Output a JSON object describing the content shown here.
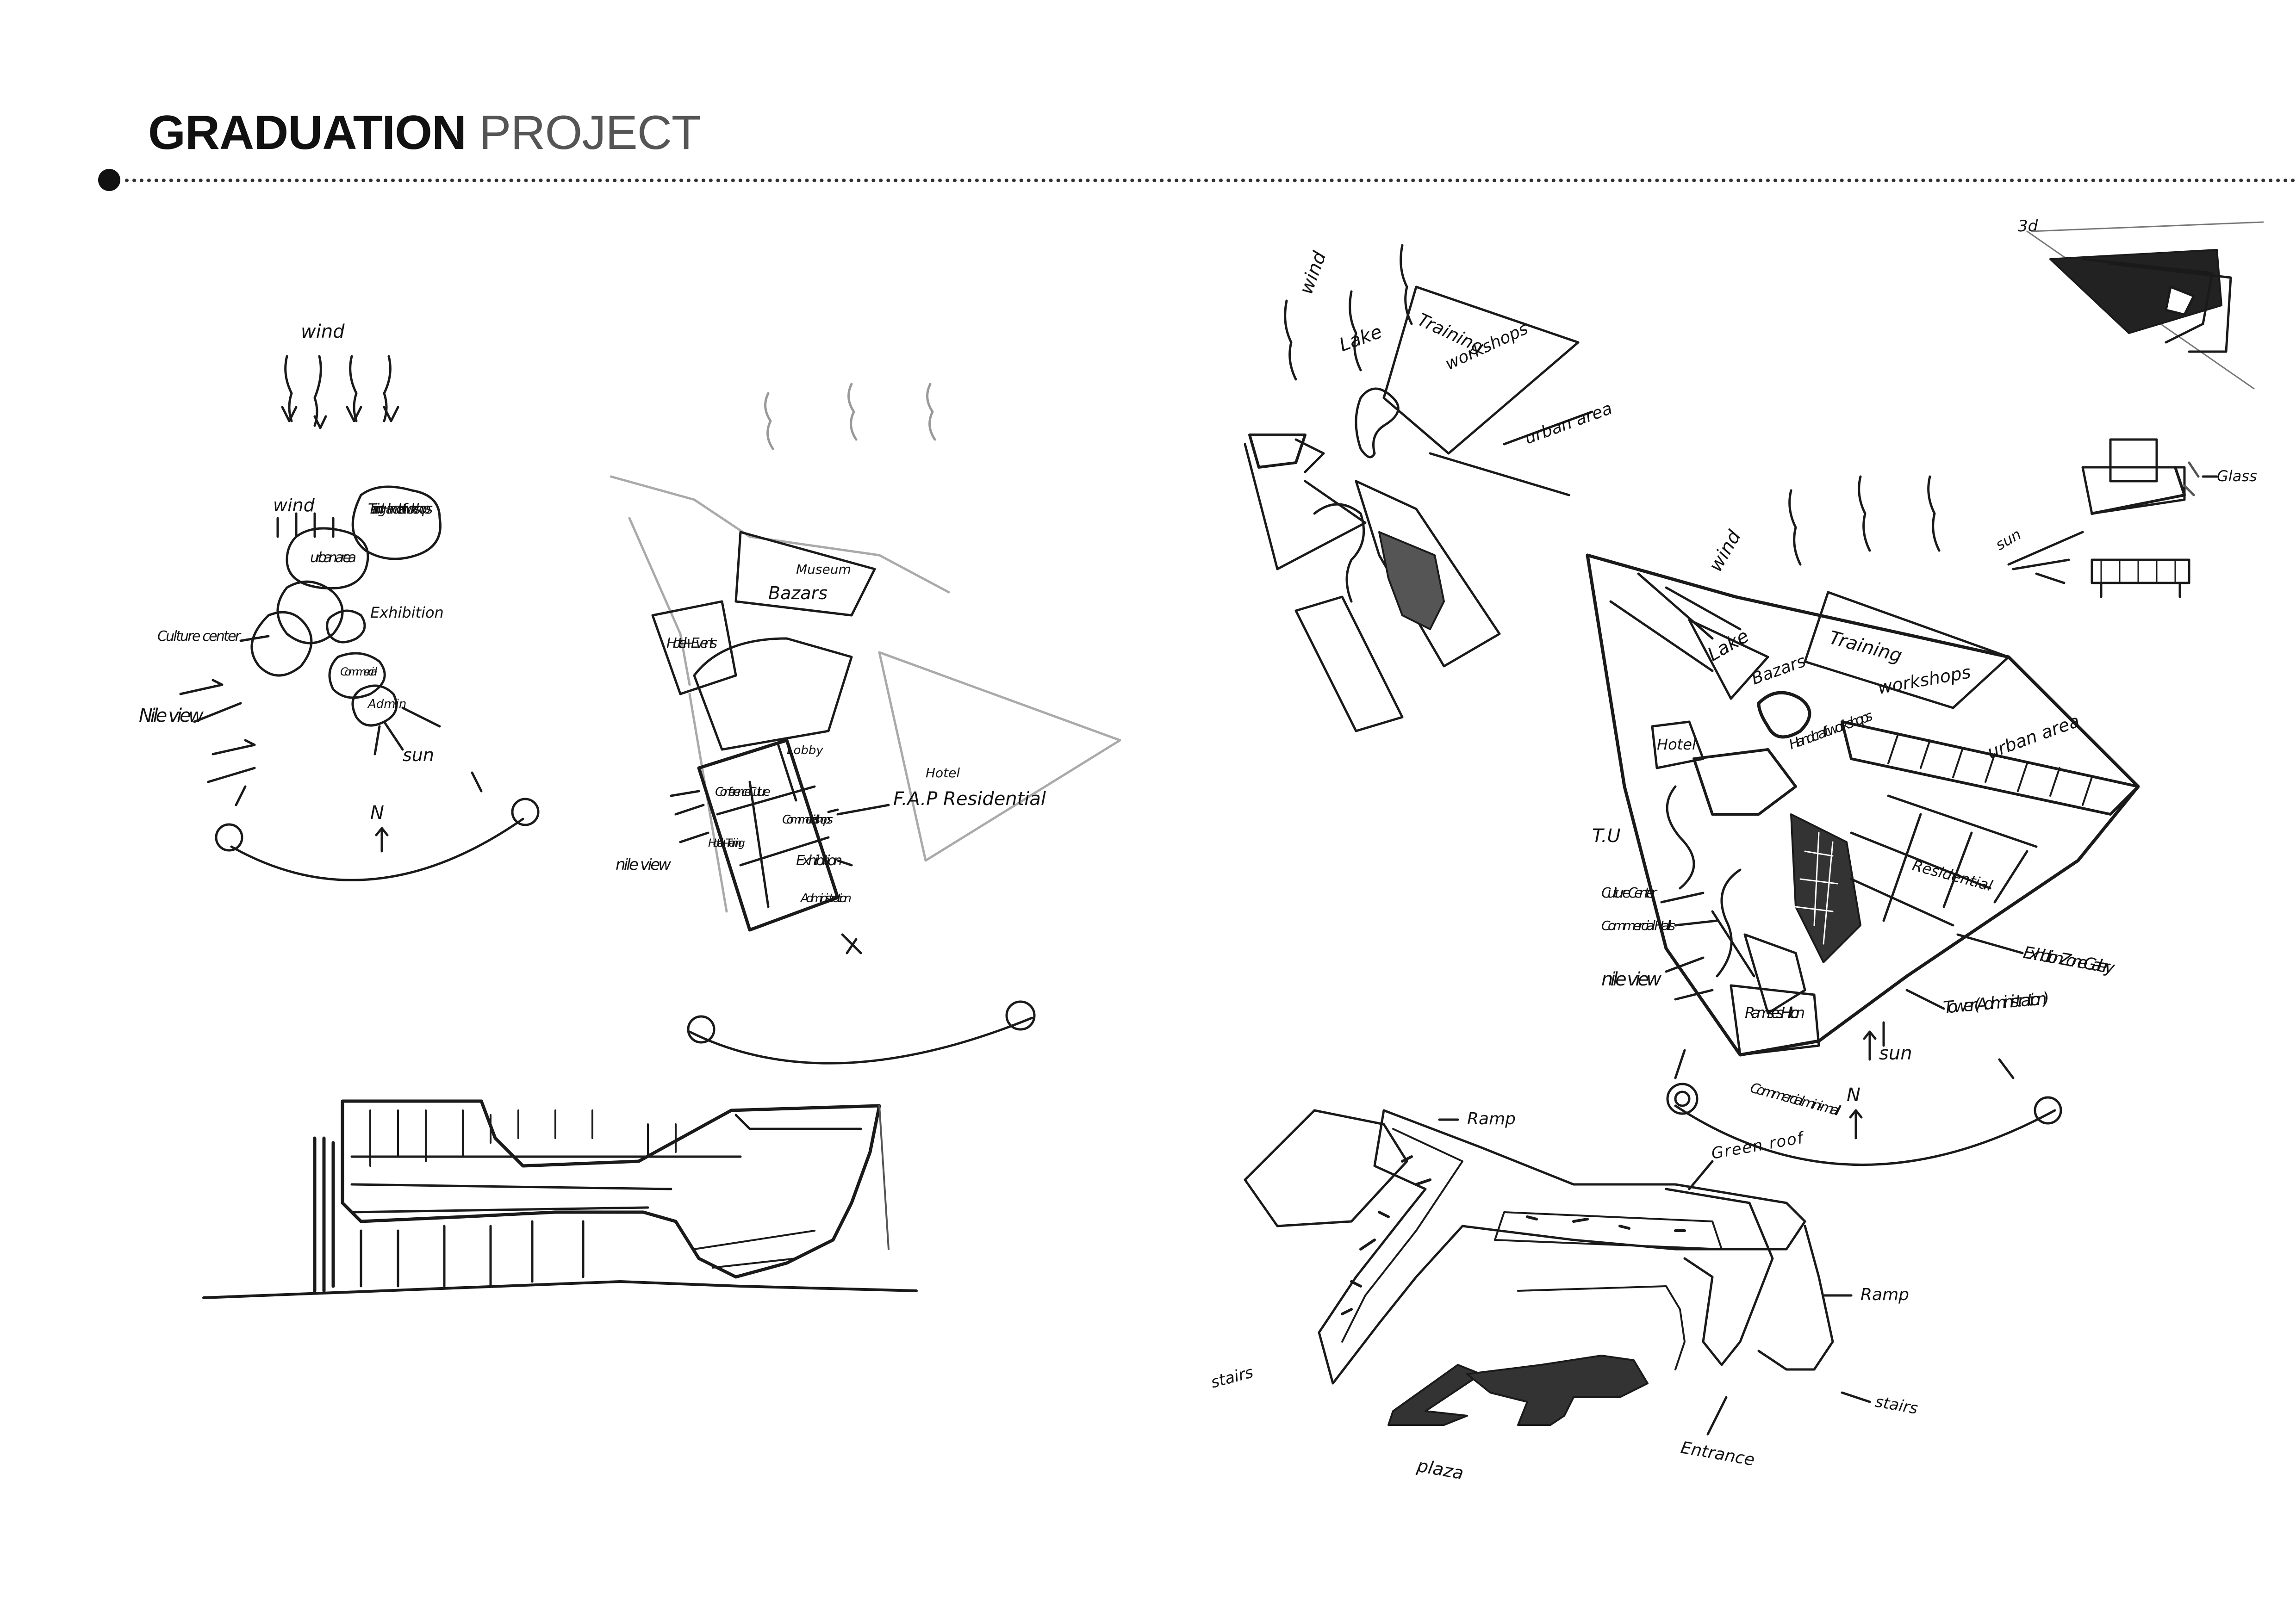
{
  "header": {
    "title_bold": "GRADUATION",
    "title_light": "PROJECT"
  },
  "sketch1": {
    "labels": [
      "wind",
      "wind",
      "Training Handcraft workshops",
      "urban area",
      "Exhibition",
      "Culture center",
      "Commercial",
      "Admin",
      "Nile view",
      "sun",
      "N"
    ]
  },
  "sketch2": {
    "labels": [
      "Museum",
      "Bazars",
      "Hotel + Events",
      "Lobby",
      "Conference Culture",
      "Hotel + Training",
      "Commercial shops",
      "Exhibition",
      "Administration",
      "F.A.P Residential",
      "nile view",
      "Hotel"
    ]
  },
  "sketch3": {
    "labels": [
      "wind",
      "Lake",
      "Training",
      "workshops",
      "urban area"
    ]
  },
  "sketch4": {
    "labels": [
      "wind",
      "Lake",
      "Bazars",
      "Training",
      "workshops",
      "urban area",
      "Hotel",
      "Handcraft workshops",
      "T.U",
      "Culture Center",
      "Commercial Halls",
      "nile view",
      "Residential",
      "Ramses Hilton",
      "Exhibition Zone Gallery",
      "Tower (Administration)",
      "Commercial mini-mall",
      "sun",
      "N"
    ]
  },
  "sketch5": {
    "labels": [
      "3d",
      "Glass",
      "sun"
    ]
  },
  "sketch6": {
    "labels": [
      "Ramp",
      "Green roof",
      "Ramp",
      "stairs",
      "stairs",
      "plaza",
      "Entrance"
    ]
  }
}
